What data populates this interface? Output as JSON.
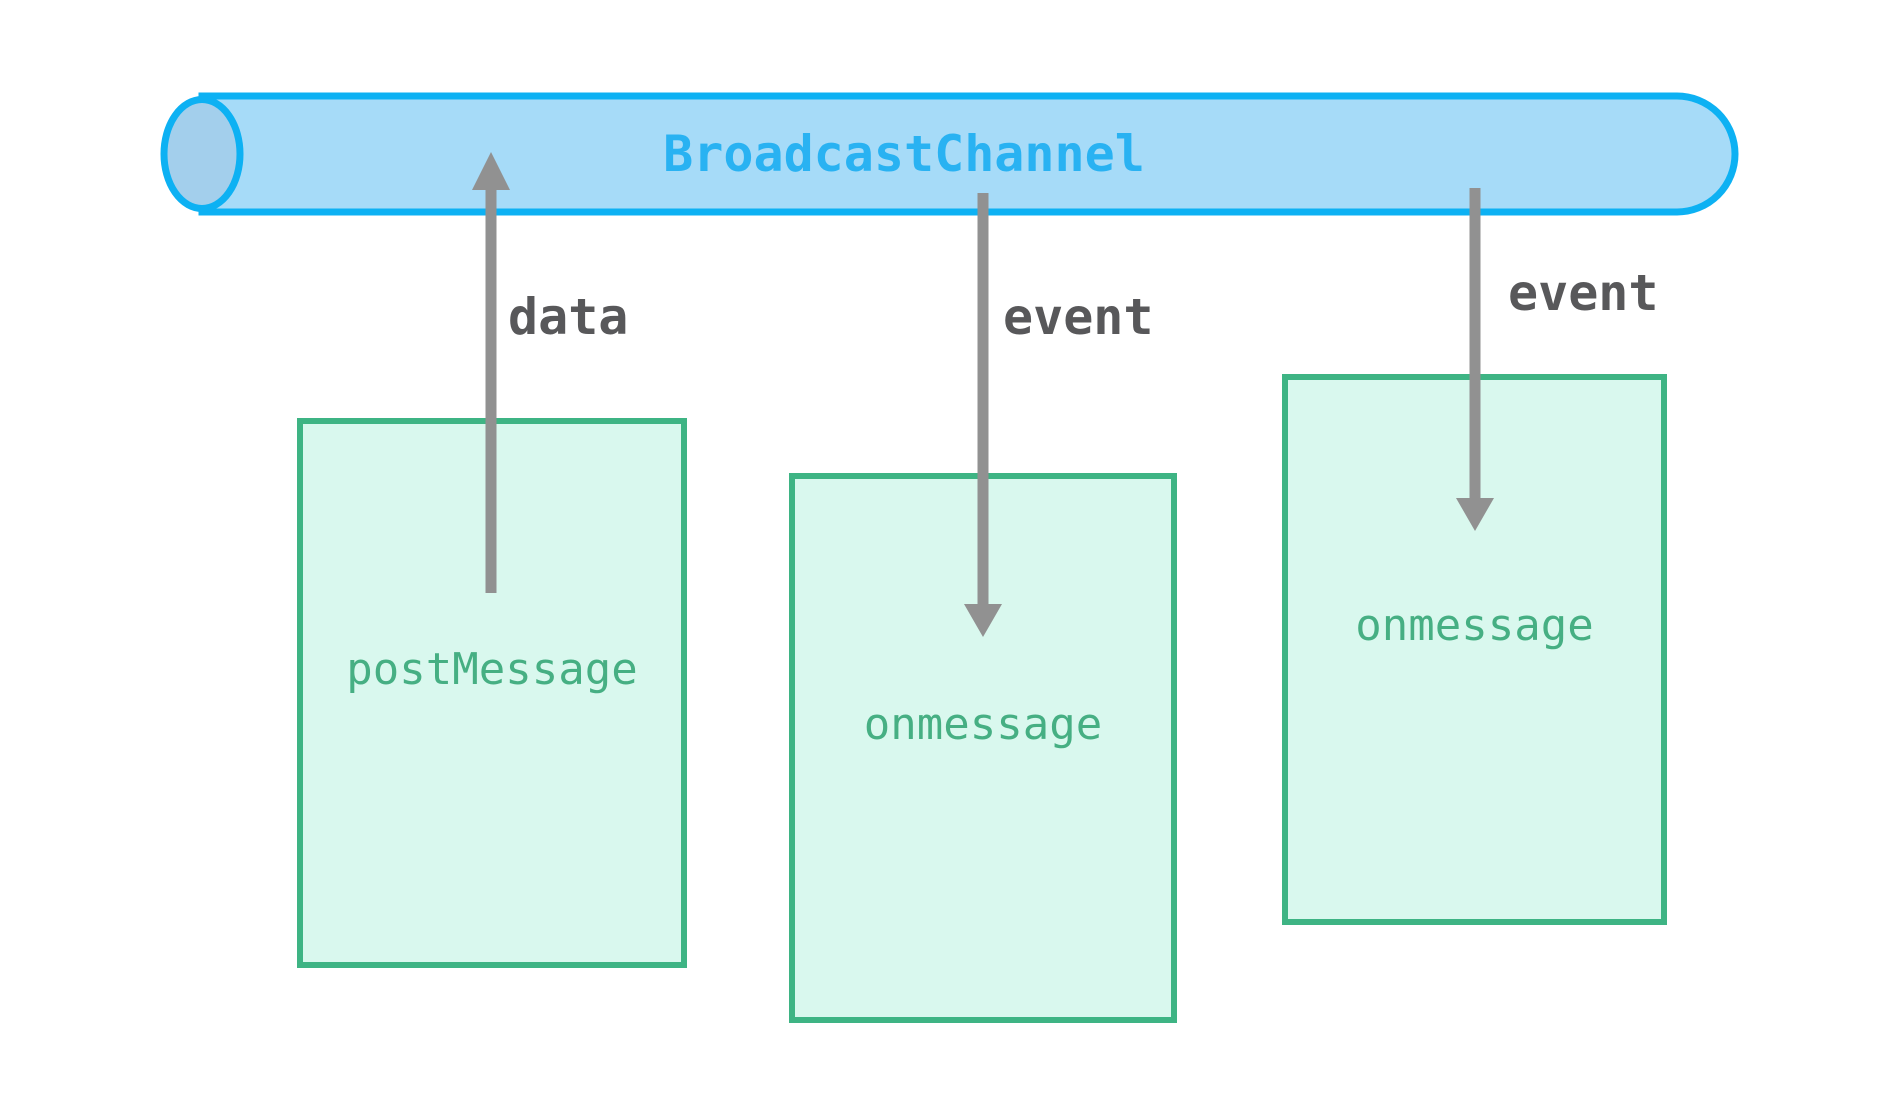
{
  "channel": {
    "label": "BroadcastChannel"
  },
  "contexts": [
    {
      "method": "postMessage"
    },
    {
      "method": "onmessage"
    },
    {
      "method": "onmessage"
    }
  ],
  "arrows": [
    {
      "label": "data",
      "direction": "up",
      "from": "context-1",
      "to": "channel"
    },
    {
      "label": "event",
      "direction": "down",
      "from": "channel",
      "to": "context-2"
    },
    {
      "label": "event",
      "direction": "down",
      "from": "channel",
      "to": "context-3"
    }
  ],
  "colors": {
    "pipe_fill": "#a6dbf8",
    "pipe_cap_fill": "#a3cfec",
    "pipe_stroke": "#0db1f3",
    "channel_text": "#29b2f2",
    "box_fill": "#d9f8ee",
    "box_border": "#3eb484",
    "box_text": "#46af83",
    "arrow": "#919191",
    "arrow_label_text": "#58585a",
    "background": "#ffffff"
  }
}
